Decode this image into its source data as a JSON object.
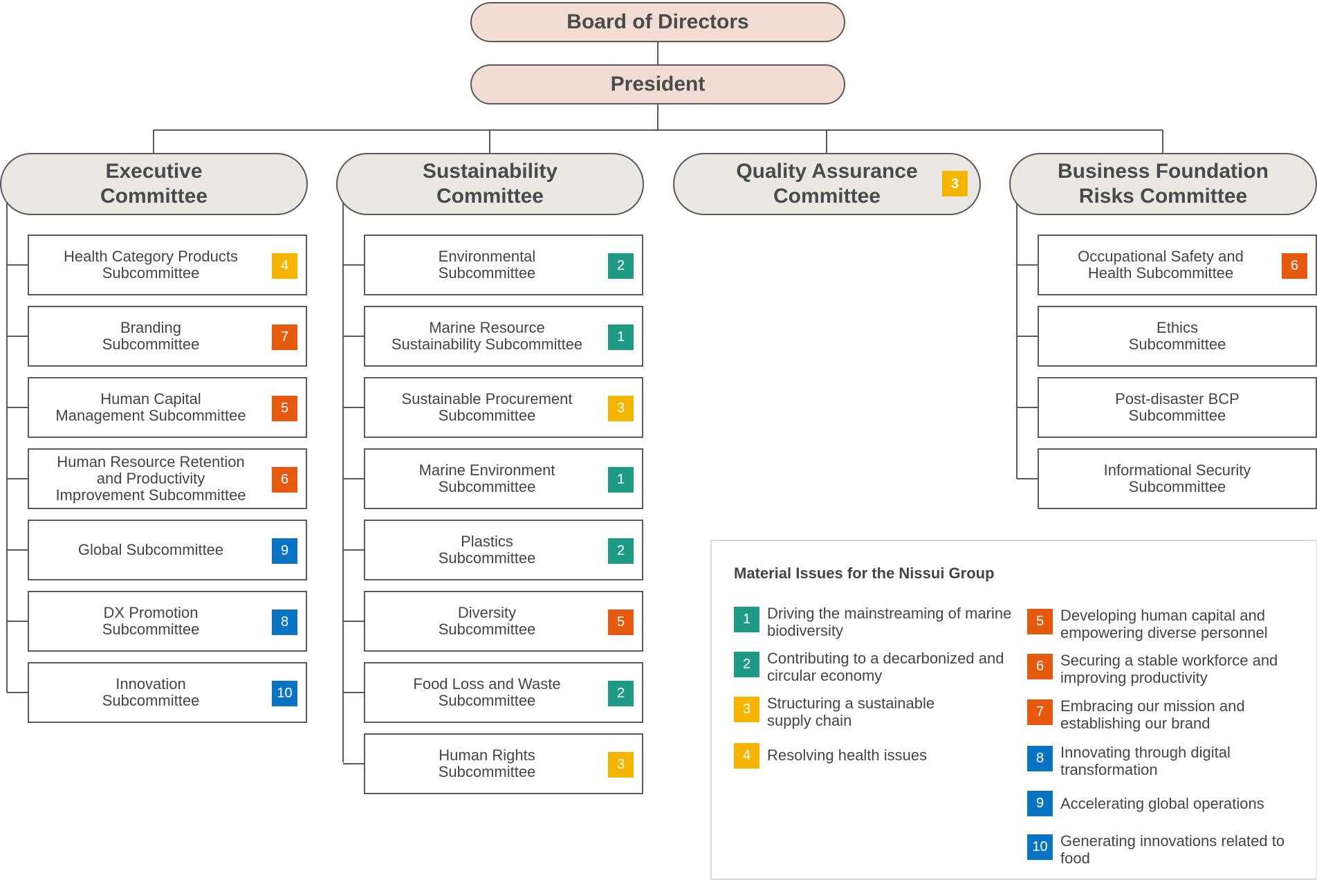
{
  "colors": {
    "1": "#1f9b85",
    "2": "#1f9b85",
    "3": "#f5b400",
    "4": "#f5b400",
    "5": "#e65a0f",
    "6": "#e65a0f",
    "7": "#e65a0f",
    "8": "#0a73c2",
    "9": "#0a73c2",
    "10": "#0a73c2"
  },
  "board": "Board of Directors",
  "president": "President",
  "committees": [
    {
      "label": "Executive\nCommittee"
    },
    {
      "label": "Sustainability\nCommittee"
    },
    {
      "label": "Quality Assurance\nCommittee",
      "badge": "3"
    },
    {
      "label": "Business Foundation\nRisks Committee"
    }
  ],
  "executive_subs": [
    {
      "label": "Health Category Products\nSubcommittee",
      "badge": "4"
    },
    {
      "label": "Branding\nSubcommittee",
      "badge": "7"
    },
    {
      "label": "Human Capital\nManagement Subcommittee",
      "badge": "5"
    },
    {
      "label": "Human Resource Retention\nand Productivity\nImprovement Subcommittee",
      "badge": "6"
    },
    {
      "label": "Global Subcommittee",
      "badge": "9"
    },
    {
      "label": "DX Promotion\nSubcommittee",
      "badge": "8"
    },
    {
      "label": "Innovation\nSubcommittee",
      "badge": "10"
    }
  ],
  "sustainability_subs": [
    {
      "label": "Environmental\nSubcommittee",
      "badge": "2"
    },
    {
      "label": "Marine Resource\nSustainability Subcommittee",
      "badge": "1"
    },
    {
      "label": "Sustainable Procurement\nSubcommittee",
      "badge": "3"
    },
    {
      "label": "Marine Environment\nSubcommittee",
      "badge": "1"
    },
    {
      "label": "Plastics\nSubcommittee",
      "badge": "2"
    },
    {
      "label": "Diversity\nSubcommittee",
      "badge": "5"
    },
    {
      "label": "Food Loss and Waste\nSubcommittee",
      "badge": "2"
    },
    {
      "label": "Human Rights\nSubcommittee",
      "badge": "3"
    }
  ],
  "business_subs": [
    {
      "label": "Occupational Safety and\nHealth Subcommittee",
      "badge": "6"
    },
    {
      "label": "Ethics\nSubcommittee"
    },
    {
      "label": "Post-disaster BCP\nSubcommittee"
    },
    {
      "label": "Informational Security\nSubcommittee"
    }
  ],
  "legend": {
    "title": "Material Issues for the Nissui Group",
    "items": [
      {
        "num": "1",
        "text": "Driving the mainstreaming of marine biodiversity"
      },
      {
        "num": "2",
        "text": "Contributing to a decarbonized and circular economy"
      },
      {
        "num": "3",
        "text": "Structuring a sustainable supply chain"
      },
      {
        "num": "4",
        "text": "Resolving health issues"
      },
      {
        "num": "5",
        "text": "Developing human capital and empowering diverse personnel"
      },
      {
        "num": "6",
        "text": "Securing a stable workforce and improving productivity"
      },
      {
        "num": "7",
        "text": "Embracing our mission and establishing our brand"
      },
      {
        "num": "8",
        "text": "Innovating through digital transformation"
      },
      {
        "num": "9",
        "text": "Accelerating global operations"
      },
      {
        "num": "10",
        "text": "Generating innovations related to food"
      }
    ]
  }
}
